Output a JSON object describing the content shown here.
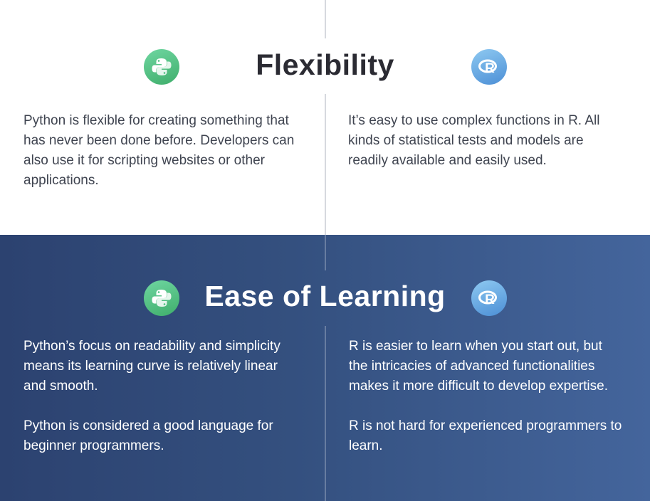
{
  "colors": {
    "top_background": "#ffffff",
    "bottom_background_start": "#2c4270",
    "bottom_background_end": "#44659c",
    "python_icon": "#4cc07f",
    "r_icon": "#6aaee6",
    "dark_text": "#3f4450"
  },
  "flexibility": {
    "title": "Flexibility",
    "python_icon": "python-icon",
    "r_icon": "r-icon",
    "python_lines": [
      "Python is flexible for creating something that",
      "has never been done before. Developers can",
      "also use it for scripting websites or other",
      "applications."
    ],
    "r_lines": [
      "It’s easy to use complex functions in R. All",
      "kinds of statistical tests and models are",
      "readily available and easily used."
    ]
  },
  "ease_of_learning": {
    "title": "Ease of Learning",
    "python_icon": "python-icon",
    "r_icon": "r-icon",
    "python_p1_lines": [
      "Python’s focus on readability and simplicity",
      "means its learning curve is relatively linear",
      "and smooth."
    ],
    "python_p2_lines": [
      "Python is considered a good language for",
      "beginner programmers."
    ],
    "r_p1_lines": [
      "R is easier to learn when you start out, but",
      "the intricacies of advanced functionalities",
      "makes it more difficult to develop expertise."
    ],
    "r_p2_lines": [
      "R is not hard for experienced programmers to",
      "learn."
    ]
  }
}
